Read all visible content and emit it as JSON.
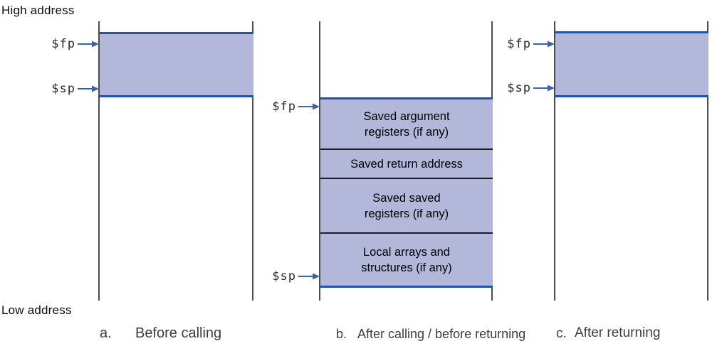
{
  "labels": {
    "high_address": "High address",
    "low_address": "Low address"
  },
  "registers": {
    "fp": "$fp",
    "sp": "$sp"
  },
  "frame": {
    "segments": [
      "Saved argument\nregisters (if any)",
      "Saved return address",
      "Saved saved\nregisters (if any)",
      "Local arrays and\nstructures (if any)"
    ]
  },
  "captions": [
    {
      "letter": "a.",
      "text": "Before calling"
    },
    {
      "letter": "b.",
      "text": "After calling / before returning"
    },
    {
      "letter": "c.",
      "text": "After returning"
    }
  ],
  "colors": {
    "box_fill": "#b3b7da",
    "box_border": "#1d54a3",
    "line": "#4d4d4d",
    "divider": "#1f1f1f",
    "arrow": "#3a62ae"
  }
}
